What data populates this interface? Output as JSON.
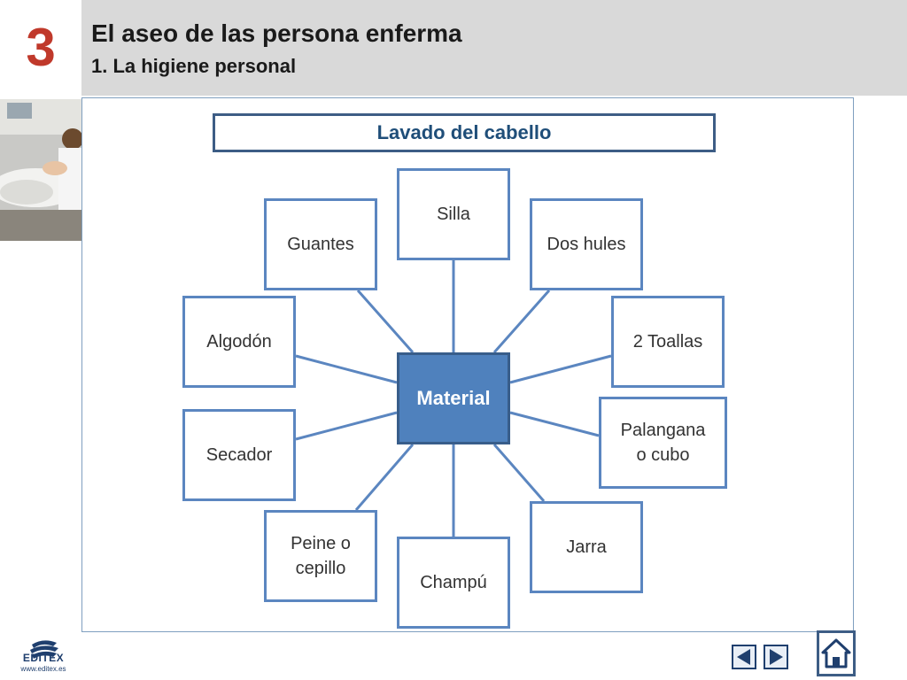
{
  "header": {
    "chapter_number": "3",
    "title": "El aseo de las persona enferma",
    "subtitle": "1. La higiene personal"
  },
  "diagram": {
    "banner": "Lavado del cabello",
    "center": "Material",
    "nodes": [
      {
        "id": "silla",
        "label": "Silla"
      },
      {
        "id": "guantes",
        "label": "Guantes"
      },
      {
        "id": "dos-hules",
        "label": "Dos hules"
      },
      {
        "id": "algodon",
        "label": "Algodón"
      },
      {
        "id": "toallas",
        "label": "2 Toallas"
      },
      {
        "id": "secador",
        "label": "Secador"
      },
      {
        "id": "palangana",
        "label": "Palangana\no cubo"
      },
      {
        "id": "peine",
        "label": "Peine o\ncepillo"
      },
      {
        "id": "jarra",
        "label": "Jarra"
      },
      {
        "id": "champu",
        "label": "Champú"
      }
    ]
  },
  "footer": {
    "logo_text": "EDITEX",
    "logo_url": "www.editex.es"
  },
  "colors": {
    "header_bg": "#d9d9d9",
    "chapter_number": "#c0392b",
    "node_border": "#5b86c0",
    "center_fill": "#4f81bd",
    "banner_border": "#3d5d85",
    "connector": "#5b86c0"
  },
  "icons": {
    "prev": "triangle-left-icon",
    "next": "triangle-right-icon",
    "home": "home-icon"
  }
}
